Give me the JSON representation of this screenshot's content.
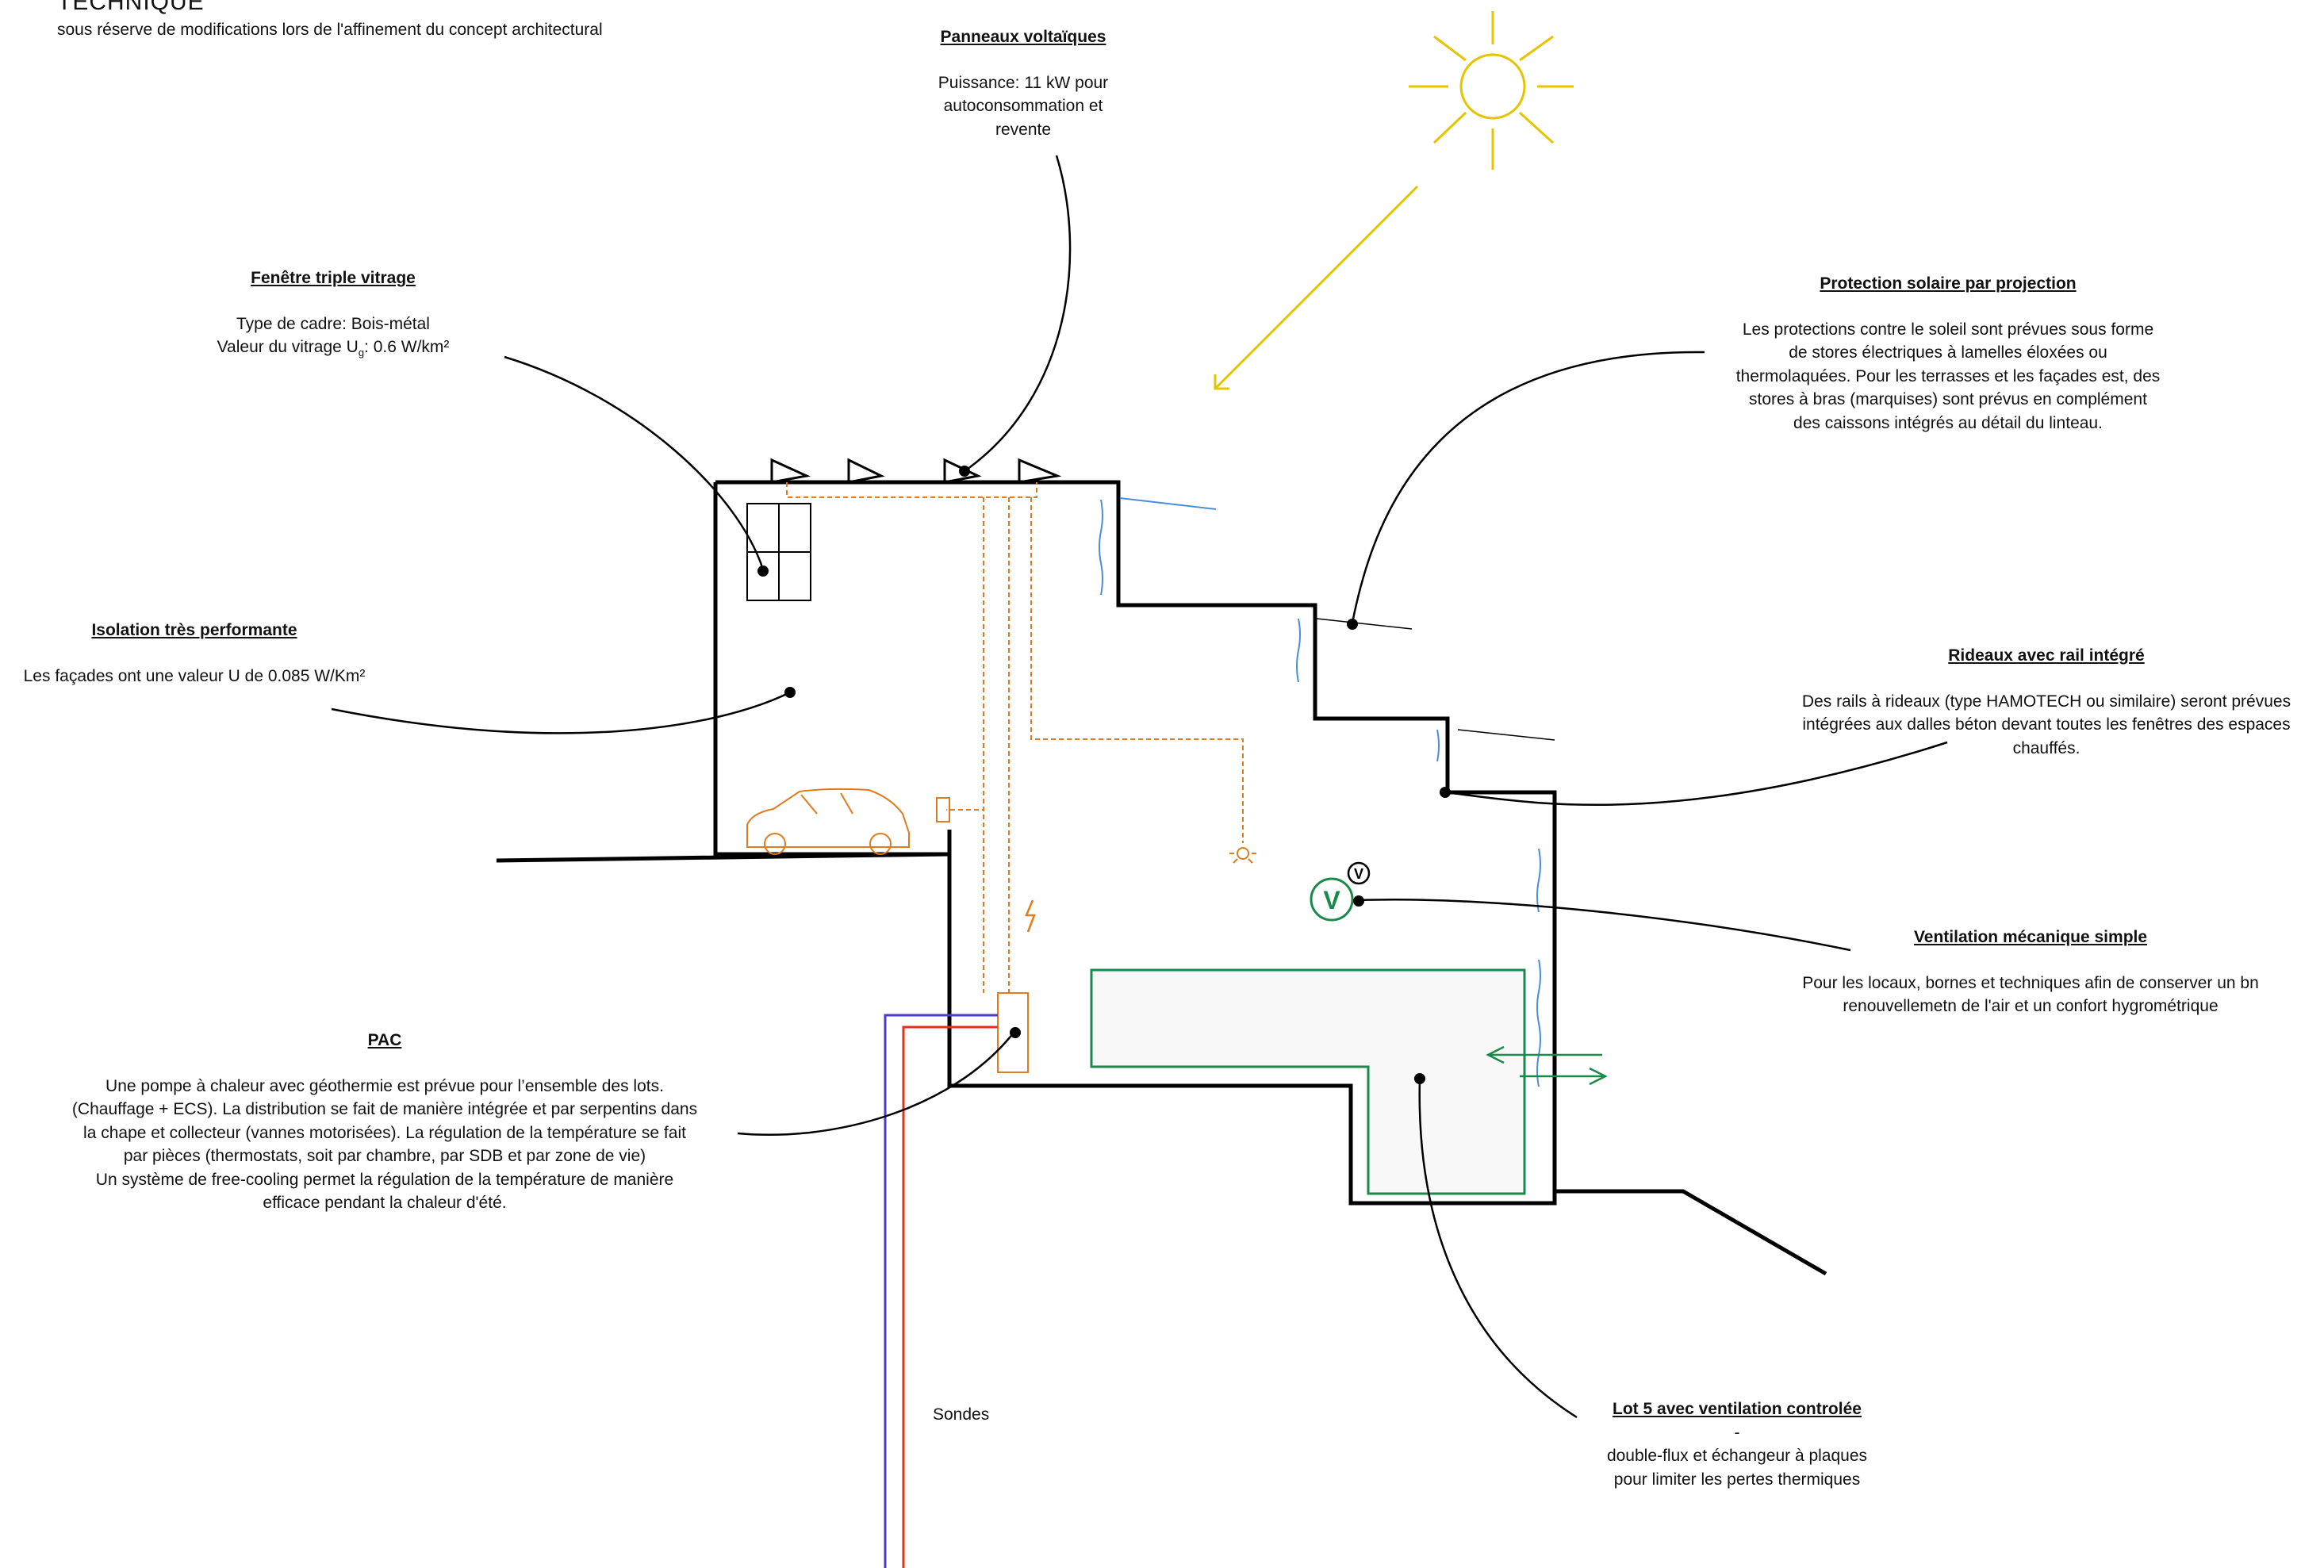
{
  "header": {
    "title": "TECHNIQUE",
    "subtitle": "sous réserve de modifications lors de l'affinement du concept architectural"
  },
  "annotations": {
    "panneaux": {
      "title": "Panneaux voltaïques",
      "body": "Puissance: 11 kW pour\nautoconsommation et\nrevente"
    },
    "fenetre": {
      "title": "Fenêtre triple vitrage",
      "body_line1": "Type de cadre: Bois-métal",
      "body_line2_prefix": "Valeur du vitrage U",
      "body_line2_sub": "g",
      "body_line2_suffix": ": 0.6 W/km²"
    },
    "protection": {
      "title": "Protection solaire par projection",
      "body": "Les protections contre le soleil sont prévues sous forme\nde stores électriques à lamelles éloxées ou\nthermolaquées. Pour les terrasses et les façades est, des\nstores à bras (marquises) sont prévus en complément\ndes caissons intégrés au détail du linteau."
    },
    "isolation": {
      "title": "Isolation très performante",
      "body": "Les façades ont une valeur U de 0.085 W/Km²"
    },
    "rideaux": {
      "title": "Rideaux avec rail intégré",
      "body": "Des rails à rideaux (type HAMOTECH ou similaire) seront prévues\nintégrées aux dalles béton devant toutes les fenêtres des espaces\nchauffés."
    },
    "ventilation": {
      "title": "Ventilation mécanique simple",
      "body": "Pour les locaux, bornes et techniques afin de conserver un bn\nrenouvellemetn de l'air et un confort hygrométrique"
    },
    "pac": {
      "title": "PAC",
      "body": "Une pompe à chaleur avec géothermie est prévue pour l’ensemble des lots.\n(Chauffage + ECS). La distribution se fait de manière intégrée et par serpentins dans\nla chape et collecteur (vannes motorisées). La régulation de la température se fait\npar pièces (thermostats, soit par chambre, par SDB et par zone de vie)\nUn système de free-cooling permet la régulation de la température de manière\nefficace pendant la chaleur d'été."
    },
    "lot5": {
      "title": "Lot 5 avec ventilation controlée",
      "body": "-\ndouble-flux et échangeur à plaques\npour limiter les pertes thermiques"
    }
  },
  "sondes_label": "Sondes",
  "ventilation_symbol": {
    "big": "V",
    "small": "V"
  },
  "colors": {
    "line": "#000000",
    "sun": "#e6c400",
    "electric": "#e07b1f",
    "ventilation": "#1a8a4a",
    "window_blue": "#4a8fd6",
    "pipe_blue": "#4a3cc8",
    "pipe_red": "#e03020"
  }
}
